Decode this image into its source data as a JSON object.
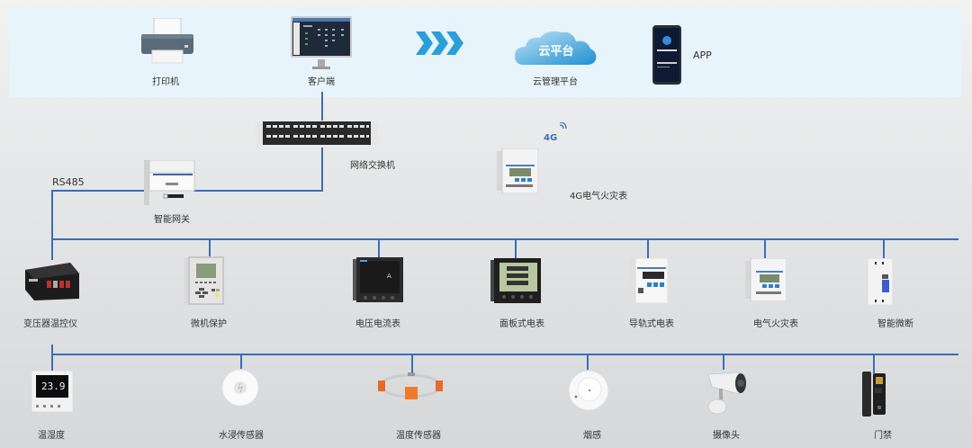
{
  "top": {
    "printer": "打印机",
    "client": "客户端",
    "cloud_badge": "云平台",
    "cloud": "云管理平台",
    "app": "APP"
  },
  "network": {
    "switch": "网络交换机",
    "gateway": "智能网关",
    "bus_label": "RS485",
    "g4_badge": "4G",
    "g4_meter": "4G电气火灾表"
  },
  "row1": [
    {
      "label": "变压器温控仪"
    },
    {
      "label": "微机保护"
    },
    {
      "label": "电压电流表"
    },
    {
      "label": "面板式电表"
    },
    {
      "label": "导轨式电表"
    },
    {
      "label": "电气火灾表"
    },
    {
      "label": "智能微断"
    }
  ],
  "row2": [
    {
      "label": "温湿度"
    },
    {
      "label": "水浸传感器"
    },
    {
      "label": "温度传感器"
    },
    {
      "label": "烟感"
    },
    {
      "label": "摄像头"
    },
    {
      "label": "门禁"
    }
  ],
  "display": {
    "thermo_reading": "23.9",
    "ammeter_unit": "A"
  },
  "colors": {
    "line": "#3d6db5",
    "accent": "#2a9fd8",
    "band": "#e8f4fc"
  }
}
